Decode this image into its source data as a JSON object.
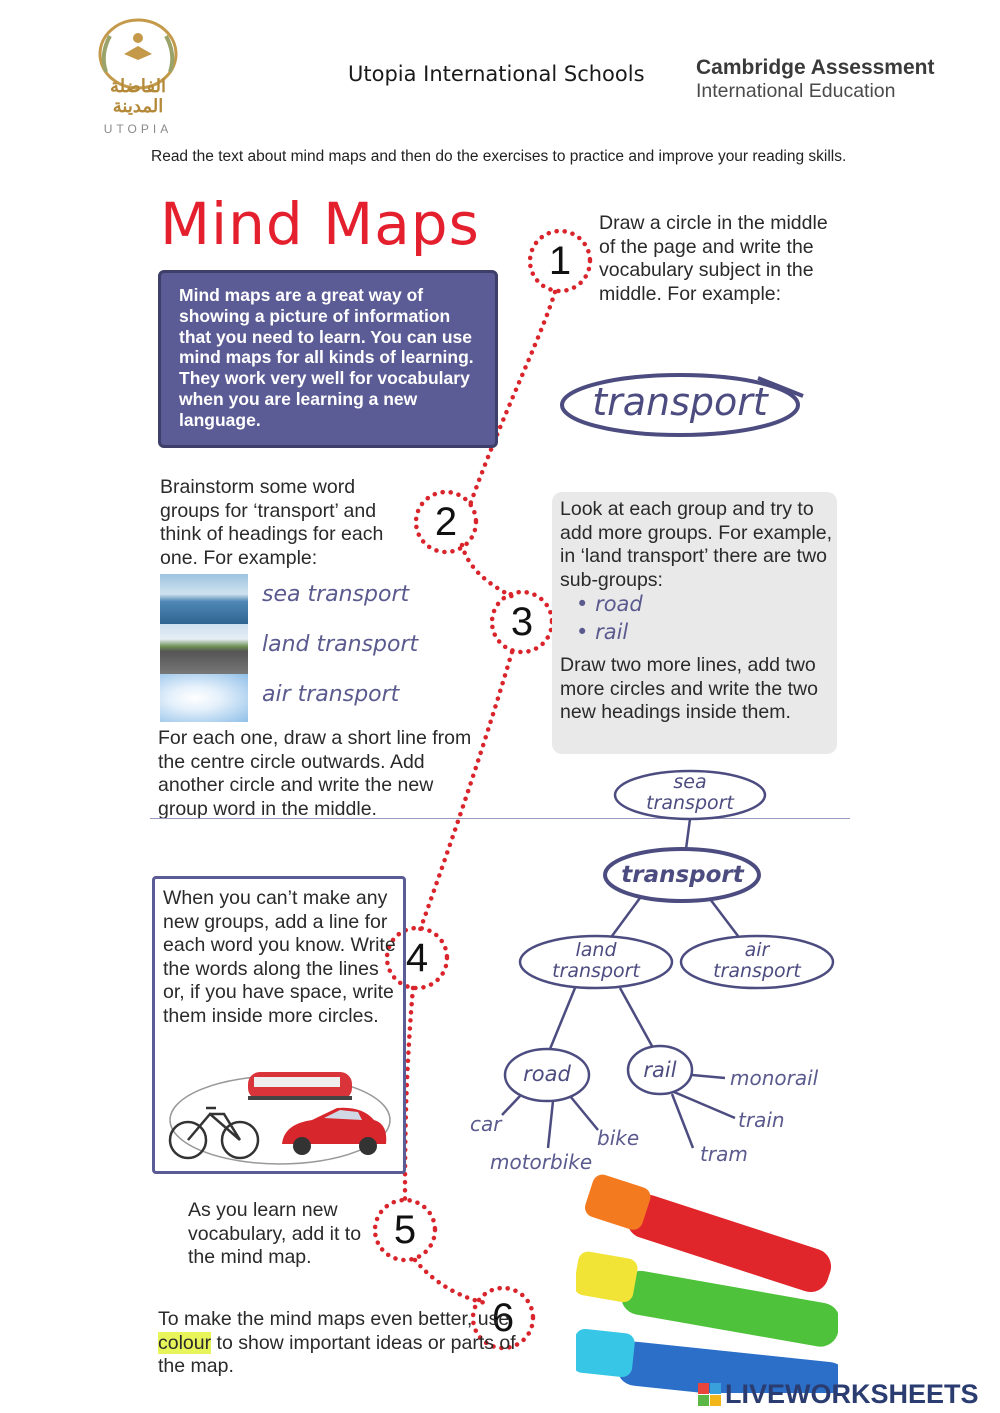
{
  "header": {
    "school_name": "Utopia International Schools",
    "logo_arabic": "الفاضلة المدينة",
    "logo_latin": "UTOPIA",
    "cambridge_line1": "Cambridge Assessment",
    "cambridge_line2": "International Education"
  },
  "instructions": "Read the text about mind maps and then do the exercises to practice and improve your reading skills.",
  "title": "Mind Maps",
  "intro": "Mind maps are a great way of showing a picture of information that you need to learn. You can use mind maps for all kinds of learning. They work very well for vocabulary when you are learning a new language.",
  "steps": [
    {
      "number": "1",
      "text": "Draw a circle in the middle of the page and write the vocabulary subject in the middle. For example:"
    },
    {
      "number": "2",
      "text": "Brainstorm some word groups for ‘transport’ and think of headings for each one. For example:"
    },
    {
      "number": "3",
      "text": "Look at each group and try to add more groups. For example, in ‘land transport’ there are two sub-groups:"
    },
    {
      "number": "4",
      "text": "When you can’t make any new groups, add a line for each word you know. Write the words along the lines or, if you have space, write them inside more circles."
    },
    {
      "number": "5",
      "text": "As you learn new vocabulary, add it to the mind map."
    },
    {
      "number": "6",
      "text_before": "To make the mind maps even better, use ",
      "highlight": "colour",
      "text_after": " to show important ideas or parts of the map."
    }
  ],
  "step1_example": "transport",
  "step2_groups": [
    "sea transport",
    "land transport",
    "air transport"
  ],
  "step2_followup": "For each one, draw a short line from the centre circle outwards. Add another circle and write the new group word in the middle.",
  "step3_subgroups": [
    "road",
    "rail"
  ],
  "step3_followup": "Draw two more lines, add two more circles and write the two new headings inside them.",
  "mind_map": {
    "center": "transport",
    "sea_line1": "sea",
    "sea_line2": "transport",
    "land_line1": "land",
    "land_line2": "transport",
    "air_line1": "air",
    "air_line2": "transport",
    "road": "road",
    "rail": "rail",
    "road_words": [
      "car",
      "motorbike",
      "bike"
    ],
    "rail_words": [
      "monorail",
      "train",
      "tram"
    ]
  },
  "footer_brand": "LIVEWORKSHEETS",
  "colors": {
    "title_red": "#e4202e",
    "purple": "#5b5b95",
    "dots_red": "#d9242b",
    "highlight": "#e8f55a"
  }
}
